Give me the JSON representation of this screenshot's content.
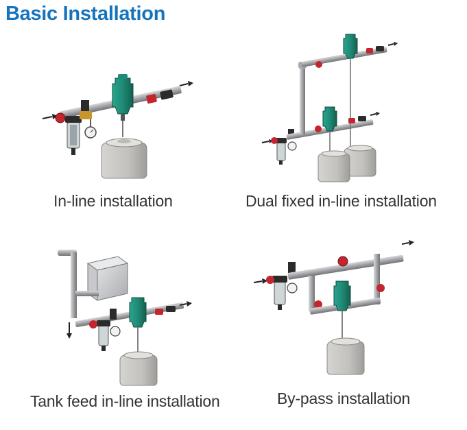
{
  "header": {
    "title": "Basic Installation"
  },
  "colors": {
    "title_blue": "#1674bd",
    "pipe_grey": "#9a9c9f",
    "injector_green": "#1f8a76",
    "valve_red": "#c3262e",
    "fitting_brass": "#c8962a",
    "tank_grey": "#c7c5c1",
    "caption_text": "#333333"
  },
  "panels": [
    {
      "caption": "In-line installation"
    },
    {
      "caption": "Dual fixed in-line installation"
    },
    {
      "caption": "Tank feed in-line installation"
    },
    {
      "caption": "By-pass installation"
    }
  ]
}
